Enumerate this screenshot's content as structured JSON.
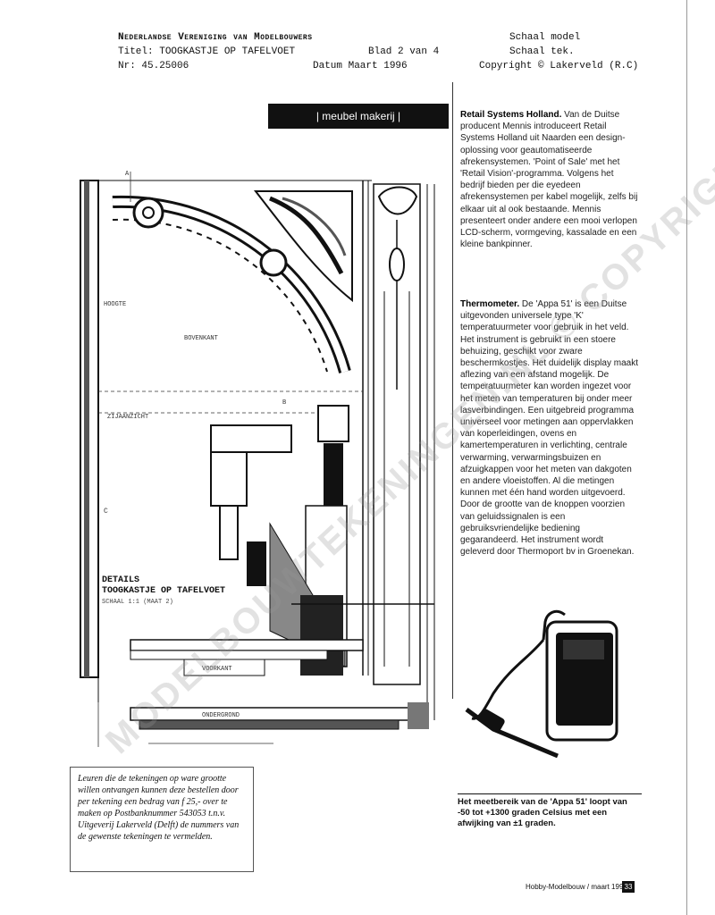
{
  "header": {
    "org": "Nederlandse Vereniging van Modelbouwers",
    "titel_label": "Titel",
    "titel_value": "TOOGKASTJE OP TAFELVOET",
    "blad": "Blad 2 van 4",
    "nr_label": "Nr",
    "nr_value": "45.25006",
    "datum": "Datum Maart 1996",
    "schaal_model": "Schaal model",
    "schaal_tek": "Schaal tek.",
    "copyright": "Copyright © Lakerveld (R.C)"
  },
  "banner": "| meubel makerij |",
  "column": {
    "p1_lead": "Retail Systems Holland.",
    "p1_body": "Van de Duitse producent Mennis introduceert Retail Systems Holland uit Naarden een design-oplossing voor geautomatiseerde afrekensystemen. 'Point of Sale' met het 'Retail Vision'-programma. Volgens het bedrijf bieden per die eyedeen afrekensystemen per kabel mogelijk, zelfs bij elkaar uit al ook bestaande. Mennis presenteert onder andere een mooi verlopen LCD-scherm, vormgeving, kassalade en een kleine bankpinner.",
    "p2_lead": "Thermometer.",
    "p2_body": "De 'Appa 51' is een Duitse uitgevonden universele type 'K' temperatuurmeter voor gebruik in het veld. Het instrument is gebruikt in een stoere behuizing, geschikt voor zware beschermkostjes. Het duidelijk display maakt aflezing van een afstand mogelijk. De temperatuurmeter kan worden ingezet voor het meten van temperaturen bij onder meer lasverbindingen. Een uitgebreid programma universeel voor metingen aan oppervlakken van koperleidingen, ovens en kamertemperaturen in verlichting, centrale verwarming, verwarmingsbuizen en afzuigkappen voor het meten van dakgoten en andere vloeistoffen. Al die metingen kunnen met één hand worden uitgevoerd. Door de grootte van de knoppen voorzien van geluidssignalen is een gebruiksvriendelijke bediening gegarandeerd. Het instrument wordt geleverd door Thermoport bv in Groenekan."
  },
  "device_caption": "Het meetbereik van de 'Appa 51' loopt van -50 tot +1300 graden Celsius met een afwijking van ±1 graden.",
  "caption_box": "Leuren die de tekeningen op ware grootte willen ontvangen kunnen deze bestellen door per tekening een bedrag van f 25,- over te maken op Postbanknummer 543053 t.n.v. Uitgeverij Lakerveld (Delft) de nummers van de gewenste tekeningen te vermelden.",
  "drawing": {
    "title_line1": "DETAILS",
    "title_line2": "TOOGKASTJE OP TAFELVOET",
    "subtitle": "SCHAAL 1:1 (MAAT 2)",
    "label_bovenkant": "BOVENKANT",
    "label_hoogte": "HOOGTE",
    "label_ondergrond": "ONDERGROND",
    "label_zijaanzicht": "ZIJAANZICHT",
    "label_voorkant": "VOORKANT",
    "label_a": "A",
    "label_b": "B",
    "label_c": "C"
  },
  "watermark": "MODELBOUWTEKENINGEN.NL © COPYRIGHT",
  "footer": {
    "text": "Hobby-Modelbouw / maart 1996",
    "page": "33"
  }
}
